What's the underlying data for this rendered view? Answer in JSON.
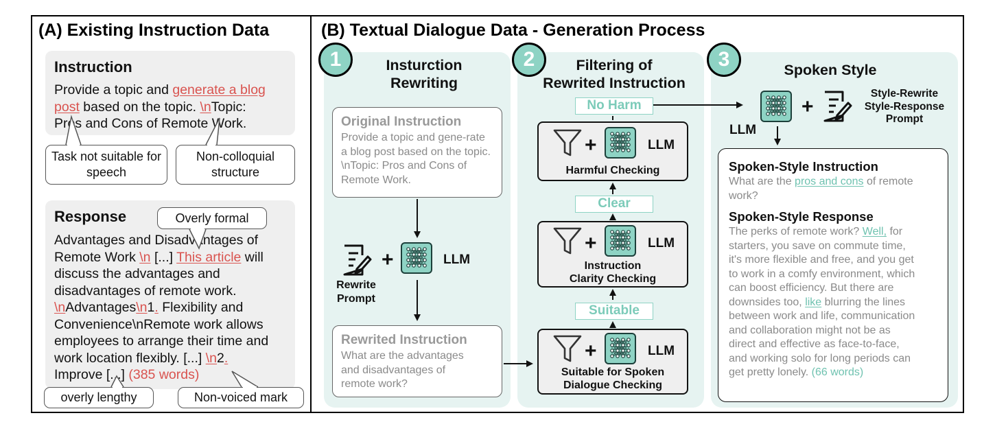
{
  "panel_a": {
    "title": "(A) Existing Instruction Data",
    "instruction": {
      "heading": "Instruction",
      "text_1": "Provide a topic and ",
      "text_red_1": "generate a blog",
      "text_red_2": "post",
      "text_2": " based on the topic. ",
      "text_red_3": "\\n",
      "text_3": "Topic:",
      "text_4": "Pros and Cons of Remote Work."
    },
    "callouts": {
      "task_not_suitable": "Task not suitable for speech",
      "non_colloquial": "Non-colloquial structure",
      "overly_formal": "Overly formal",
      "overly_lengthy": "overly lengthy",
      "non_voiced": "Non-voiced mark"
    },
    "response": {
      "heading": "Response",
      "line_1": "Advantages and Disadvantages of",
      "line_2a": "Remote Work ",
      "line_2_red_n": "\\n",
      "line_2b": " [...] ",
      "line_2_red_article": "This article",
      "line_2c": " will",
      "line_3": "discuss the advantages and",
      "line_4": "disadvantages of remote work.",
      "line_5_red_n1": "\\n",
      "line_5a": "Advantages",
      "line_5_red_n2": "\\n",
      "line_5b": "1",
      "line_5_red_dot": ".",
      "line_5c": " Flexibility and",
      "line_6": "Convenience\\nRemote work allows",
      "line_7": "employees to arrange their time and",
      "line_8a": "work location flexibly. [...]  ",
      "line_8_red_n": "\\n",
      "line_8b": "2",
      "line_8_red_dot": ".",
      "line_9a": "Improve [...] ",
      "line_9_red_count": "(385 words)"
    }
  },
  "panel_b": {
    "title": "(B) Textual Dialogue Data - Generation Process",
    "step1": {
      "badge": "1",
      "heading_1": "Insturction",
      "heading_2": "Rewriting",
      "original_head": "Original Instruction",
      "original_text": "Provide a topic and gene-rate a blog post based on the topic. \\nTopic: Pros and Cons of Remote Work.",
      "rewrite_prompt_1": "Rewrite",
      "rewrite_prompt_2": "Prompt",
      "llm": "LLM",
      "rewrited_head": "Rewrited Instruction",
      "rewrited_text": "What are the advantages and disadvantages of remote work?"
    },
    "step2": {
      "badge": "2",
      "heading_1": "Filtering of",
      "heading_2": "Rewrited Instruction",
      "tag_no_harm": "No Harm",
      "tag_clear": "Clear",
      "tag_suitable": "Suitable",
      "check_harmful": "Harmful Checking",
      "check_clarity_1": "Instruction",
      "check_clarity_2": "Clarity Checking",
      "check_suitable_1": "Suitable for Spoken",
      "check_suitable_2": "Dialogue Checking",
      "llm": "LLM"
    },
    "step3": {
      "badge": "3",
      "heading": "Spoken Style",
      "llm": "LLM",
      "prompt_1": "Style-Rewrite",
      "prompt_2": "Style-Response",
      "prompt_3": "Prompt",
      "instr_head": "Spoken-Style Instruction",
      "instr_1": "What are the ",
      "instr_teal": "pros and cons",
      "instr_2": " of remote",
      "instr_3": "work?",
      "resp_head": "Spoken-Style Response",
      "resp_1a": "The perks of remote work? ",
      "resp_1_teal": "Well,",
      "resp_1b": " for",
      "resp_2": "starters, you save on commute time,",
      "resp_3": "it's more flexible and free, and you get",
      "resp_4": "to work in a comfy environment, which",
      "resp_5": "can boost efficiency. But there are",
      "resp_6a": "downsides too, ",
      "resp_6_teal": "like",
      "resp_6b": " blurring the lines",
      "resp_7": "between work and life, communication",
      "resp_8": "and collaboration might not be as",
      "resp_9": "direct and effective as face-to-face,",
      "resp_10": "and working solo for long periods can",
      "resp_11a": "get pretty lonely. ",
      "resp_11_teal": "(66 words)"
    }
  },
  "icons": [
    "rewrite-prompt-icon",
    "llm-network-icon",
    "filter-funnel-icon"
  ],
  "colors": {
    "teal_fill": "#8ed3c4",
    "teal_bg": "#e6f3f1",
    "red_mark": "#d9534f",
    "teal_text": "#6fc2b0"
  }
}
